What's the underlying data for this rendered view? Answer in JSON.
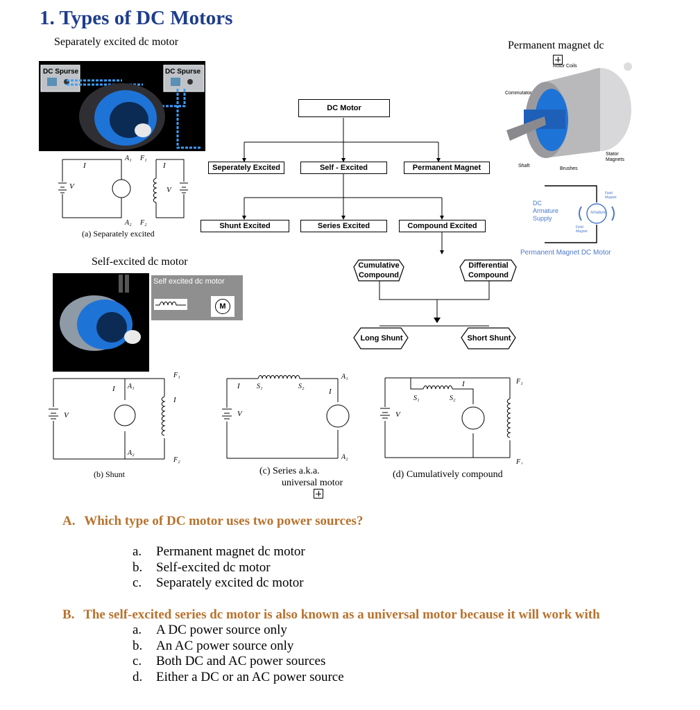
{
  "title": "1. Types of DC Motors",
  "separately": {
    "caption": "Separately excited dc motor",
    "source_label_1": "DC Spurse",
    "source_label_2": "DC Spurse",
    "circuit_caption": "(a) Separately excited"
  },
  "permanent": {
    "caption": "Permanent magnet dc",
    "rotor_coils": "Rotor Coils",
    "commutator": "Commutator",
    "shaft": "Shaft",
    "brushes": "Brushes",
    "stator_magnets": "Stator Magnets",
    "dc_supply": "DC Armature Supply",
    "armature": "Amature",
    "field_magnet_top": "Field Magnet",
    "field_magnet_bottom": "Field Magnet",
    "motor_caption": "Permanent Magnet DC Motor"
  },
  "self_excited": {
    "caption": "Self-excited dc motor",
    "panel_label": "Self excited dc motor",
    "motor_symbol": "M"
  },
  "tree": {
    "root": "DC Motor",
    "level1": [
      "Seperately Excited",
      "Self - Excited",
      "Permanent  Magnet"
    ],
    "level2": [
      "Shunt  Excited",
      "Series  Excited",
      "Compound  Excited"
    ],
    "compound": [
      "Cumulative Compound",
      "Differential Compound"
    ],
    "shunt_types": [
      "Long Shunt",
      "Short Shunt"
    ]
  },
  "circuits": {
    "shunt_caption": "(b) Shunt",
    "series_caption": "(c) Series  a.k.a.",
    "series_caption_2": "universal motor",
    "cumulative_caption": "(d) Cumulatively compound"
  },
  "questions": [
    {
      "label": "A.",
      "text": "Which type of DC motor uses two power sources?",
      "options": [
        {
          "letter": "a.",
          "text": "Permanent magnet dc motor"
        },
        {
          "letter": "b.",
          "text": "Self-excited dc motor"
        },
        {
          "letter": "c.",
          "text": "Separately excited dc motor"
        }
      ]
    },
    {
      "label": "B.",
      "text": "The self-excited series dc motor is also known as a universal motor because it will work with",
      "options": [
        {
          "letter": "a.",
          "text": "A DC power source only"
        },
        {
          "letter": "b.",
          "text": "An AC power source only"
        },
        {
          "letter": "c.",
          "text": "Both DC and AC power sources"
        },
        {
          "letter": "d.",
          "text": "Either a DC or an AC power source"
        }
      ]
    }
  ],
  "colors": {
    "title": "#1f3d8c",
    "question": "#b8722d",
    "motor_blue": "#1e73d6",
    "pm_caption": "#4a78c8"
  }
}
